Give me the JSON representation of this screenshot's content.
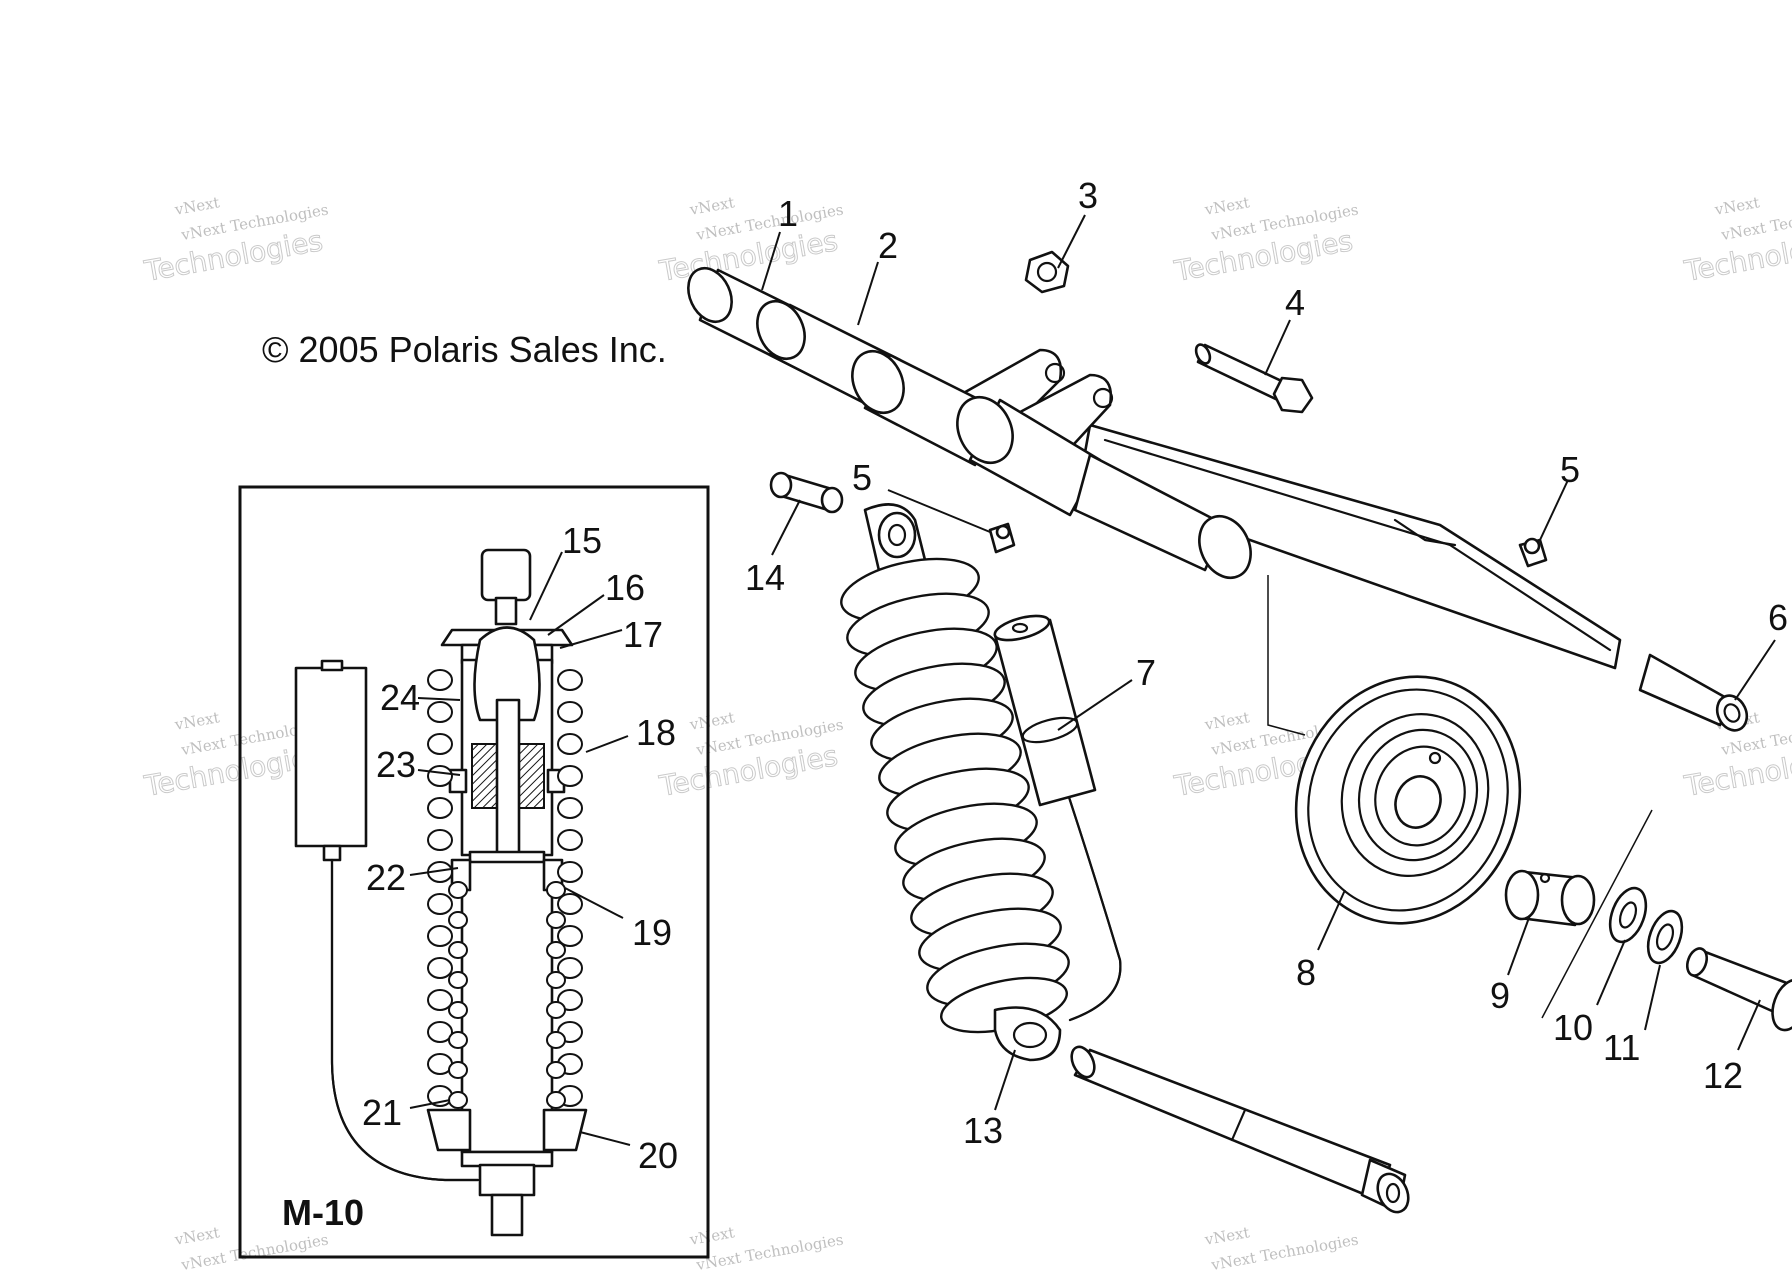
{
  "copyright": "© 2005 Polaris Sales Inc.",
  "inset_label": "M-10",
  "watermark": {
    "line1": "vNext Technologies",
    "line2_a": "vNext",
    "line2_b": "Technologies"
  },
  "callouts": {
    "c1": "1",
    "c2": "2",
    "c3": "3",
    "c4": "4",
    "c5a": "5",
    "c5b": "5",
    "c6": "6",
    "c7": "7",
    "c8": "8",
    "c9": "9",
    "c10": "10",
    "c11": "11",
    "c12": "12",
    "c13": "13",
    "c14": "14",
    "c15": "15",
    "c16": "16",
    "c17": "17",
    "c18": "18",
    "c19": "19",
    "c20": "20",
    "c21": "21",
    "c22": "22",
    "c23": "23",
    "c24": "24"
  }
}
